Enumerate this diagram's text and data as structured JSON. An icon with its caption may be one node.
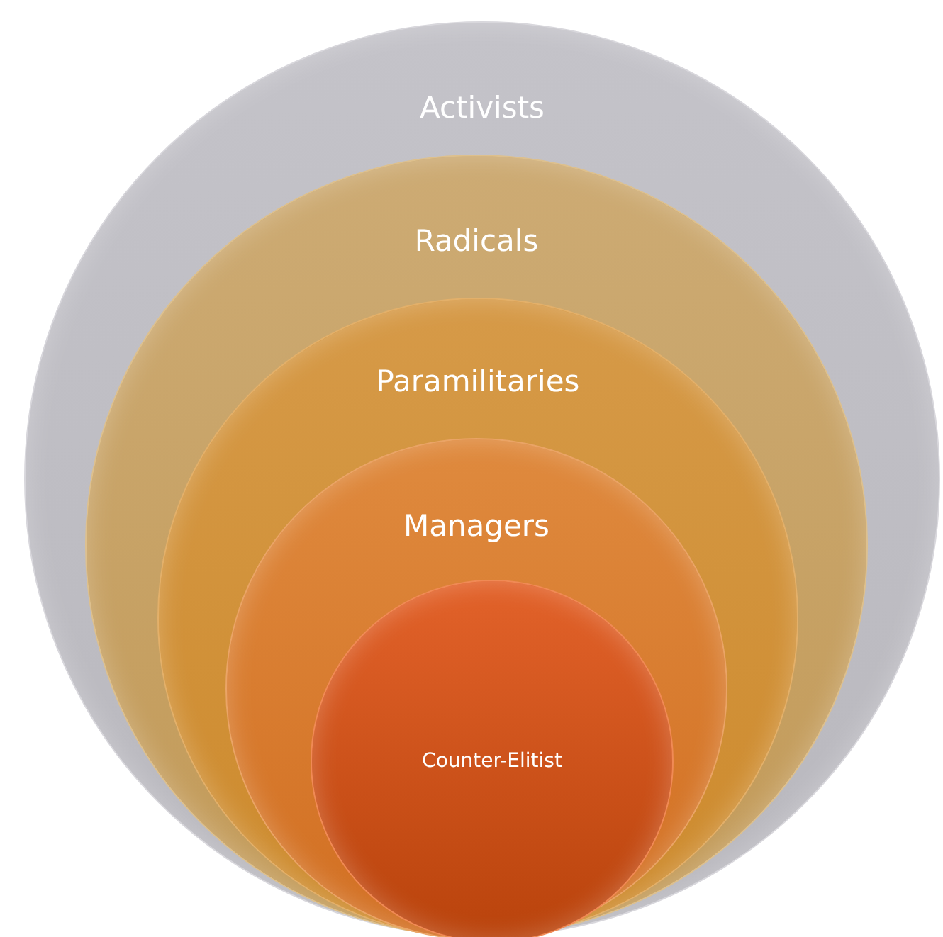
{
  "diagram": {
    "nodes": [
      {
        "text": [
          "Activists"
        ]
      },
      {
        "text": [
          "Radicals"
        ],
        "in": 0
      },
      {
        "text": [
          "Paramilitaries"
        ],
        "in": 1
      },
      {
        "text": [
          "Managers"
        ],
        "in": 2
      },
      {
        "text": [
          "Counter-Elitist"
        ],
        "in": 3
      }
    ]
  }
}
